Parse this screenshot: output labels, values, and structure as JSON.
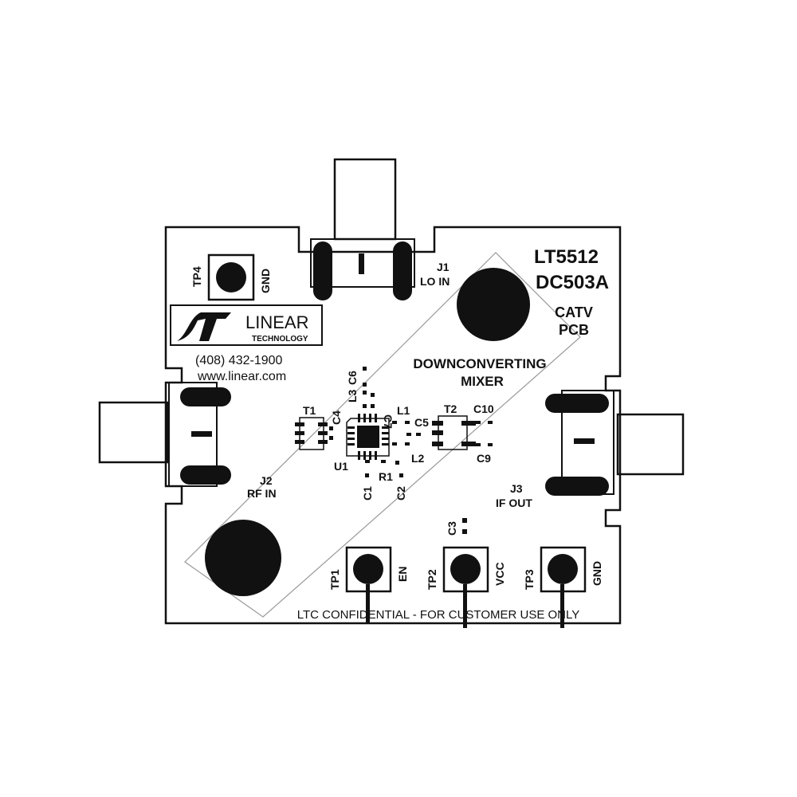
{
  "board": {
    "part_number": "LT5512",
    "board_number": "DC503A",
    "board_type_line1": "CATV",
    "board_type_line2": "PCB",
    "function_line1": "DOWNCONVERTING",
    "function_line2": "MIXER",
    "confidential_notice": "LTC CONFIDENTIAL - FOR CUSTOMER USE ONLY"
  },
  "logo": {
    "brand": "LINEAR",
    "sub": "TECHNOLOGY",
    "phone": "(408) 432-1900",
    "website": "www.linear.com"
  },
  "connectors": [
    {
      "ref": "J1",
      "label": "LO IN"
    },
    {
      "ref": "J2",
      "label": "RF IN"
    },
    {
      "ref": "J3",
      "label": "IF OUT"
    }
  ],
  "test_points": [
    {
      "ref": "TP4",
      "label": "GND"
    },
    {
      "ref": "TP1",
      "label": "EN"
    },
    {
      "ref": "TP2",
      "label": "VCC"
    },
    {
      "ref": "TP3",
      "label": "GND"
    }
  ],
  "components": {
    "u1": "U1",
    "t1": "T1",
    "t2": "T2",
    "l1": "L1",
    "l2": "L2",
    "l3": "L3",
    "r1": "R1",
    "c1": "C1",
    "c2": "C2",
    "c3": "C3",
    "c4": "C4",
    "c5": "C5",
    "c6": "C6",
    "c7": "C7",
    "c9": "C9",
    "c10": "C10"
  }
}
